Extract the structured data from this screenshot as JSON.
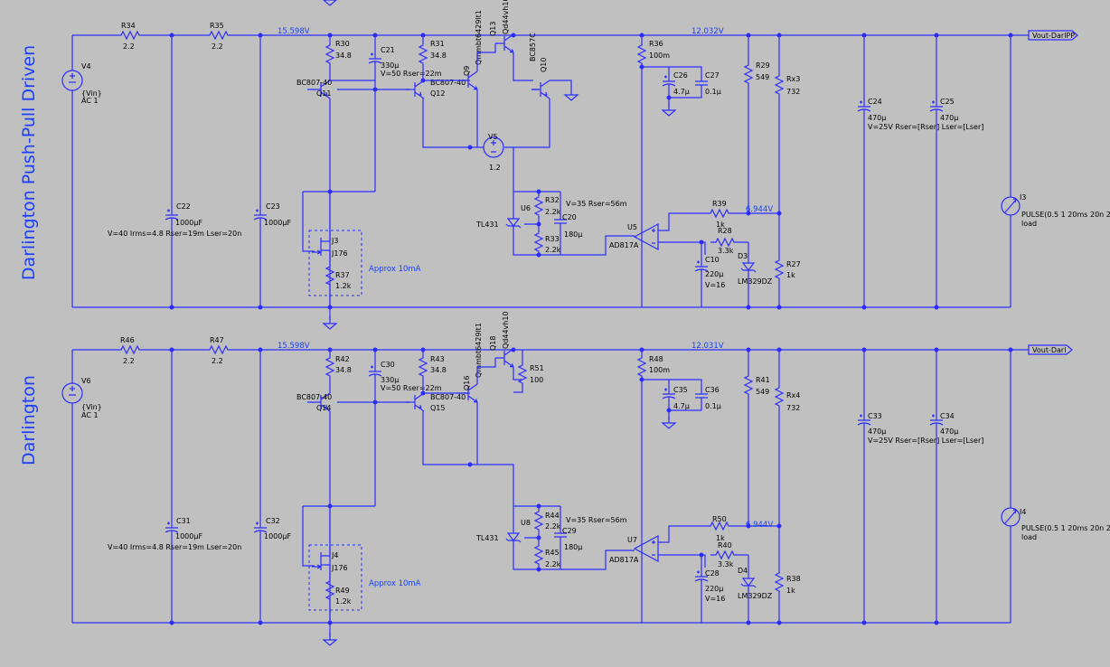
{
  "accent_color": "#2c2cff",
  "title_color": "#1a3fff",
  "background": "#c0c0c0",
  "upper": {
    "title": "Darlington Push-Pull Driven",
    "net_input": "15.598V",
    "net_output": "12.032V",
    "net_ref": "6.944V",
    "port": "Vout-DarlPP",
    "V4": "V4",
    "V4_val": "{Vin}",
    "V4_ac": "AC 1",
    "R34": "R34",
    "R34_val": "2.2",
    "R35": "R35",
    "R35_val": "2.2",
    "C22": "C22",
    "C22_val": "1000µF",
    "C22_params": "V=40 Irms=4.8 Rser=19m Lser=20n",
    "C23": "C23",
    "C23_val": "1000µF",
    "R30": "R30",
    "R30_val": "34.8",
    "C21": "C21",
    "C21_val": "330µ",
    "C21_params": "V=50 Rser=22m",
    "R31": "R31",
    "R31_val": "34.8",
    "Q11": "Q11",
    "Q11_model": "BC807-40",
    "Q12": "Q12",
    "Q12_model": "BC807-40",
    "Q9": "Q9",
    "Q9_model": "Qmmbt6429lt1",
    "Q13": "Q13",
    "Q13_model": "Qd44vh10",
    "Q10": "Q10",
    "Q10_model": "BC857C",
    "V5": "V5",
    "V5_val": "1.2",
    "J3": "J3",
    "J3_model": "J176",
    "R37": "R37",
    "R37_val": "1.2k",
    "approx": "Approx 10mA",
    "U6": "U6",
    "U6_model": "TL431",
    "R32": "R32",
    "R32_val": "2.2k",
    "R33": "R33",
    "R33_val": "2.2k",
    "C20": "C20",
    "C20_val": "180µ",
    "C20_params": "V=35 Rser=56m",
    "U5": "U5",
    "U5_model": "AD817A",
    "R36": "R36",
    "R36_val": "100m",
    "C26": "C26",
    "C26_val": "4.7µ",
    "C27": "C27",
    "C27_val": "0.1µ",
    "R29": "R29",
    "R29_val": "549",
    "Rx3": "Rx3",
    "Rx3_val": "732",
    "R39": "R39",
    "R39_val": "1k",
    "R28": "R28",
    "R28_val": "3.3k",
    "C10": "C10",
    "C10_val": "220µ",
    "C10_params": "V=16",
    "D3": "D3",
    "D3_model": "LM329DZ",
    "R27": "R27",
    "R27_val": "1k",
    "C24": "C24",
    "C24_val": "470µ",
    "C24_params": "V=25V Rser=[Rser] Lser=[Lser]",
    "C25": "C25",
    "C25_val": "470µ",
    "I3": "I3",
    "I3_val": "PULSE(0.5 1 20ms 20n 2",
    "I3_load": "load"
  },
  "lower": {
    "title": "Darlington",
    "net_input": "15.598V",
    "net_output": "12.031V",
    "net_ref": "6.944V",
    "port": "Vout-Darl",
    "V6": "V6",
    "V6_val": "{Vin}",
    "V6_ac": "AC 1",
    "R46": "R46",
    "R46_val": "2.2",
    "R47": "R47",
    "R47_val": "2.2",
    "C31": "C31",
    "C31_val": "1000µF",
    "C31_params": "V=40 Irms=4.8 Rser=19m Lser=20n",
    "C32": "C32",
    "C32_val": "1000µF",
    "R42": "R42",
    "R42_val": "34.8",
    "C30": "C30",
    "C30_val": "330µ",
    "C30_params": "V=50 Rser=22m",
    "R43": "R43",
    "R43_val": "34.8",
    "Q14": "Q14",
    "Q14_model": "BC807-40",
    "Q15": "Q15",
    "Q15_model": "BC807-40",
    "Q16": "Q16",
    "Q16_model": "Qmmbt6429lt1",
    "Q18": "Q18",
    "Q18_model": "Qd44vh10",
    "R51": "R51",
    "R51_val": "100",
    "J4": "J4",
    "J4_model": "J176",
    "R49": "R49",
    "R49_val": "1.2k",
    "approx": "Approx 10mA",
    "U8": "U8",
    "U8_model": "TL431",
    "R44": "R44",
    "R44_val": "2.2k",
    "R45": "R45",
    "R45_val": "2.2k",
    "C29": "C29",
    "C29_val": "180µ",
    "C29_params": "V=35 Rser=56m",
    "U7": "U7",
    "U7_model": "AD817A",
    "R48": "R48",
    "R48_val": "100m",
    "C35": "C35",
    "C35_val": "4.7µ",
    "C36": "C36",
    "C36_val": "0.1µ",
    "R41": "R41",
    "R41_val": "549",
    "Rx4": "Rx4",
    "Rx4_val": "732",
    "R50": "R50",
    "R50_val": "1k",
    "R40": "R40",
    "R40_val": "3.3k",
    "C28": "C28",
    "C28_val": "220µ",
    "C28_params": "V=16",
    "D4": "D4",
    "D4_model": "LM329DZ",
    "R38": "R38",
    "R38_val": "1k",
    "C33": "C33",
    "C33_val": "470µ",
    "C33_params": "V=25V Rser=[Rser] Lser=[Lser]",
    "C34": "C34",
    "C34_val": "470µ",
    "I4": "I4",
    "I4_val": "PULSE(0.5 1 20ms 20n 2",
    "I4_load": "load"
  }
}
